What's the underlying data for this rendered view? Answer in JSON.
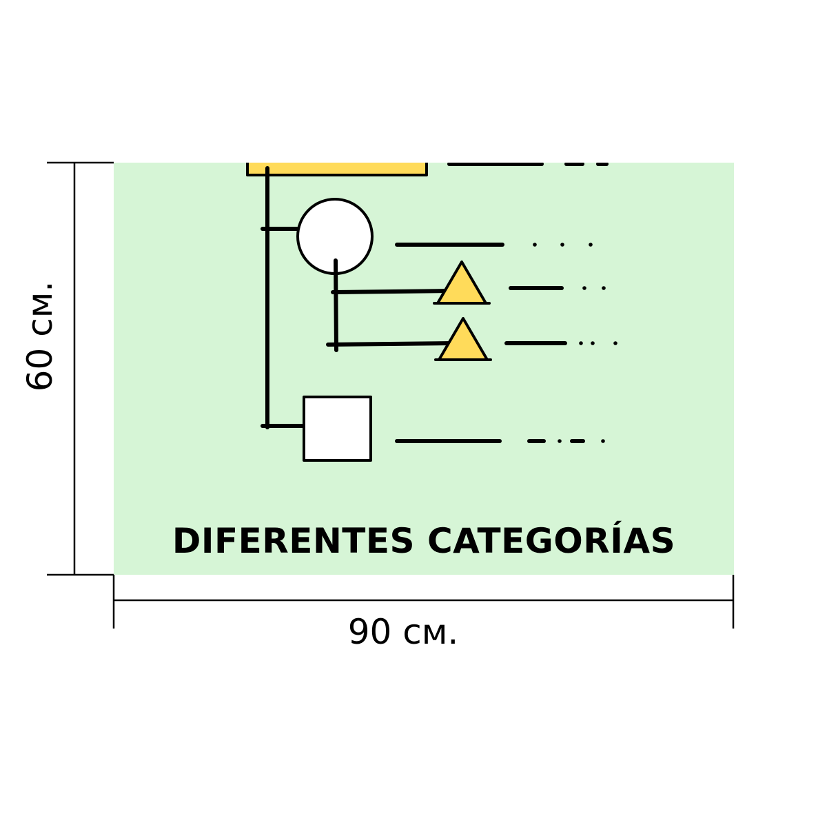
{
  "poster": {
    "title": "DIFERENTES CATEGORÍAS",
    "background_color": "#d6f5d6",
    "accent_color": "#ffdb5a",
    "line_color": "#000000"
  },
  "dimensions": {
    "width_label": "90 см.",
    "height_label": "60 см."
  },
  "tree": {
    "nodes": [
      {
        "shape": "rectangle",
        "fill": "yellow"
      },
      {
        "shape": "circle",
        "fill": "white"
      },
      {
        "shape": "triangle",
        "fill": "yellow"
      },
      {
        "shape": "triangle",
        "fill": "yellow"
      },
      {
        "shape": "square",
        "fill": "white"
      }
    ]
  }
}
